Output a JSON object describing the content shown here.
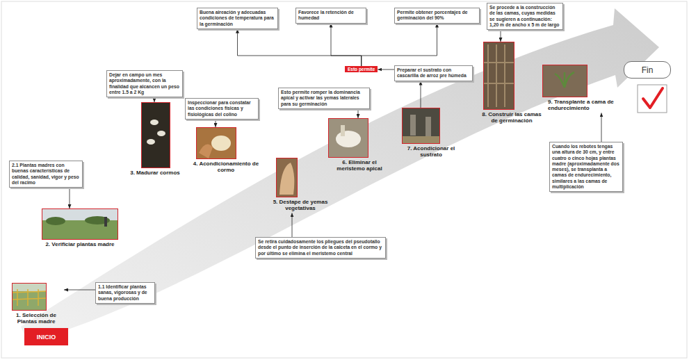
{
  "diagram": {
    "nodes": [
      {
        "text": [
          "INICIO"
        ]
      },
      {
        "text": [
          "1. Selección de Plantas madre"
        ]
      },
      {
        "text": [
          "1.1 Identificar plantas sanas, vigorosas y de buena producción"
        ]
      },
      {
        "text": [
          "2. Verificiar plantas madre"
        ]
      },
      {
        "text": [
          "2.1 Plantas madres con buenas características de calidad, sanidad, vigor y peso del racimo"
        ]
      },
      {
        "text": [
          "3. Madurar cormos"
        ]
      },
      {
        "text": [
          "Dejar en campo un mes aproximadamente, con la finalidad que alcancen un peso entre 1.5 a 2 Kg"
        ]
      },
      {
        "text": [
          "4. Acondicionamiento de cormo"
        ]
      },
      {
        "text": [
          "Inspeccionar para constatar las condiciones físicas y fisiológicas del colino"
        ]
      },
      {
        "text": [
          "5. Destape de yemas vegetativas"
        ]
      },
      {
        "text": [
          "Se retira cuidadosamente los pliegues del pseudotallo desde el punto de inserción de la calceta en el cormo y por último se elimina el meristemo central"
        ]
      },
      {
        "text": [
          "6. Eliminar el meristemo apical"
        ]
      },
      {
        "text": [
          "Esto permite romper la dominancia apical y activar las yemas laterales para su germinación"
        ]
      },
      {
        "text": [
          "7. Acondicionar el sustrato"
        ]
      },
      {
        "text": [
          "Preparar el sustrato con cascarilla de arroz pre húmeda"
        ]
      },
      {
        "text": [
          "Esto permite"
        ]
      },
      {
        "text": [
          "Buena aireación y adecuadas condiciones de temperatura para la germinación"
        ]
      },
      {
        "text": [
          "Favorece la retención de humedad"
        ]
      },
      {
        "text": [
          "Permite obtener porcentajes de germinación del 90%"
        ]
      },
      {
        "text": [
          "8. Construir las camas de germinación"
        ]
      },
      {
        "text": [
          "Se procede a la construcción de las camas, cuyas medidas se sugieren a continuación: 1,20 m de ancho x 5 m de largo"
        ]
      },
      {
        "text": [
          "9. Transplante a cama de endurecimiento"
        ]
      },
      {
        "text": [
          "Cuando los rebotes tengas una altura de 30 cm, y entre cuatro o cinco hojas plantas madre (aproximadamente dos meses), se transplanta a camas de endurecimiento, similares a las camas de multiplicación"
        ]
      },
      {
        "text": [
          "Fin"
        ]
      }
    ],
    "edges": [
      {
        "from": 2,
        "to": 1,
        "arrow": "to"
      },
      {
        "from": 4,
        "to": 3,
        "arrow": "to"
      },
      {
        "from": 6,
        "to": 5,
        "arrow": "to"
      },
      {
        "from": 8,
        "to": 7,
        "arrow": "to"
      },
      {
        "from": 10,
        "to": 9,
        "arrow": "to"
      },
      {
        "from": 12,
        "to": 11,
        "arrow": "to"
      },
      {
        "from": 13,
        "to": 14,
        "arrow": "to"
      },
      {
        "from": 14,
        "to": 15,
        "arrow": "to"
      },
      {
        "from": 15,
        "to": 16,
        "arrow": "to"
      },
      {
        "from": 15,
        "to": 17,
        "arrow": "to"
      },
      {
        "from": 15,
        "to": 18,
        "arrow": "to"
      },
      {
        "from": 20,
        "to": 19,
        "arrow": "to"
      },
      {
        "from": 22,
        "to": 21,
        "arrow": "to"
      }
    ]
  }
}
